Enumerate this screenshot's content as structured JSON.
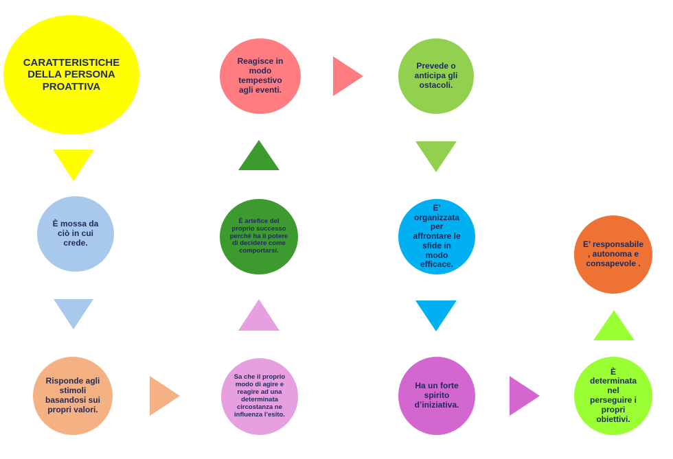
{
  "nodes": {
    "title": {
      "text": "CARATTERISTICHE DELLA PERSONA PROATTIVA",
      "color": "#ffff00"
    },
    "reagisce": {
      "text": "Reagisce in modo tempestivo agli eventi.",
      "color": "#ff7c80"
    },
    "prevede": {
      "text": "Prevede o anticipa gli ostacoli.",
      "color": "#92d050"
    },
    "mossa": {
      "text": "È mossa da ciò in cui crede.",
      "color": "#a9c9ec"
    },
    "artefice": {
      "text": "È artefice del proprio successo perché ha il potere di decidere come comportarsi.",
      "color": "#3d9a2f"
    },
    "organizzata": {
      "text": "E’ organizzata per affrontare le sfide in modo efficace.",
      "color": "#00b0f0"
    },
    "responsabile": {
      "text": "E’ responsabile , autonoma e consapevole .",
      "color": "#ed7234"
    },
    "risponde": {
      "text": "Risponde agli stimoli basandosi sui propri valori.",
      "color": "#f4b183"
    },
    "sa_che": {
      "text": "Sa che il proprio modo di agire e reagire ad una determinata circostanza ne influenza l’esito.",
      "color": "#e6a0e0"
    },
    "spirito": {
      "text": "Ha un forte spirito d’iniziativa.",
      "color": "#d466cf"
    },
    "determinata": {
      "text": "È determinata nel perseguire i propri obiettivi.",
      "color": "#99ff33"
    }
  },
  "arrows": {
    "title_down": {
      "direction": "down",
      "color": "#ffff00"
    },
    "mossa_down": {
      "direction": "down",
      "color": "#a9c9ec"
    },
    "risponde_right": {
      "direction": "right",
      "color": "#f4b183"
    },
    "sa_che_up": {
      "direction": "up",
      "color": "#e6a0e0"
    },
    "artefice_up": {
      "direction": "up",
      "color": "#3d9a2f"
    },
    "reagisce_right": {
      "direction": "right",
      "color": "#ff7c80"
    },
    "prevede_down": {
      "direction": "down",
      "color": "#92d050"
    },
    "organizzata_down": {
      "direction": "down",
      "color": "#00b0f0"
    },
    "spirito_right": {
      "direction": "right",
      "color": "#d466cf"
    },
    "determinata_up": {
      "direction": "up",
      "color": "#99ff33"
    }
  }
}
